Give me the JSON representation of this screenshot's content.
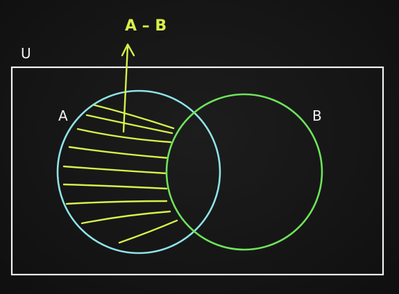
{
  "diagram": {
    "universe_label": "U",
    "set_a_label": "A",
    "set_b_label": "B",
    "annotation": "A – B",
    "colors": {
      "background": "#141414",
      "universe": "#f2f2f2",
      "set_a": "#8fe3e8",
      "set_b": "#6ee35a",
      "hatch": "#d8f04a",
      "annotation": "#d8f04a",
      "text": "#f2f2f2"
    }
  }
}
